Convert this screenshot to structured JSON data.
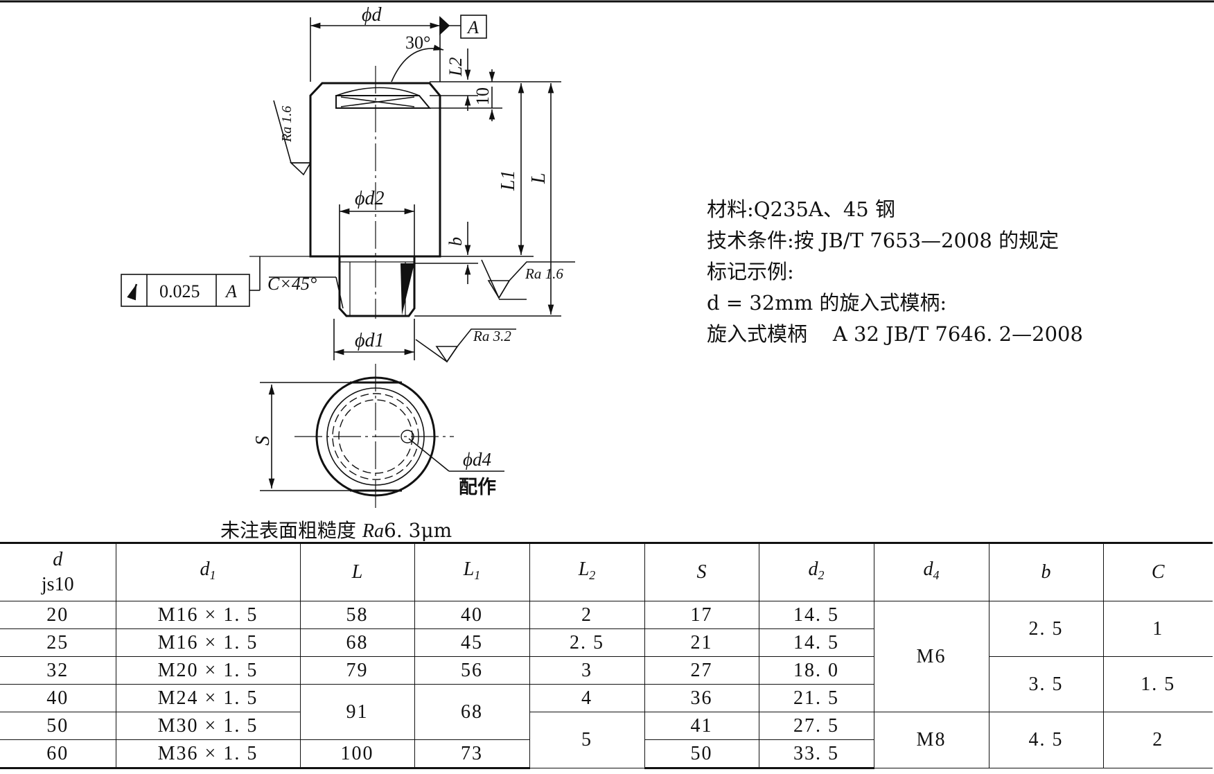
{
  "drawing": {
    "labels": {
      "phi_d": "ϕd",
      "datum_a": "A",
      "angle_30": "30°",
      "l2": "L2",
      "ten": "10",
      "l1": "L1",
      "l": "L",
      "ra_side": "Ra 1.6",
      "phi_d2": "ϕd2",
      "b": "b",
      "ra_right": "Ra 1.6",
      "runout_value": "0.025",
      "runout_datum": "A",
      "chamfer": "C×45°",
      "phi_d1": "ϕd1",
      "ra_thread": "Ra 3.2",
      "s": "S",
      "phi_d4": "ϕd4",
      "pei_zuo": "配作"
    },
    "caption_text": "未注表面粗糙度 ",
    "caption_ra": "Ra",
    "caption_value": "6. 3μm"
  },
  "notes": [
    "材料:Q235A、45 钢",
    "技术条件:按 JB/T 7653—2008 的规定",
    "标记示例:",
    "d = 32mm 的旋入式模柄:",
    "旋入式模柄    A 32 JB/T 7646. 2—2008"
  ],
  "table": {
    "headers": {
      "d": "d",
      "d_tol": "js10",
      "d1": "d",
      "d1_sub": "1",
      "L": "L",
      "L1": "L",
      "L1_sub": "1",
      "L2": "L",
      "L2_sub": "2",
      "S": "S",
      "d2": "d",
      "d2_sub": "2",
      "d4": "d",
      "d4_sub": "4",
      "b": "b",
      "C": "C"
    },
    "rows": [
      {
        "d": "20",
        "d1": "M16 × 1. 5",
        "L": "58",
        "L1": "40",
        "L2": "2",
        "S": "17",
        "d2": "14. 5"
      },
      {
        "d": "25",
        "d1": "M16 × 1. 5",
        "L": "68",
        "L1": "45",
        "L2": "2. 5",
        "S": "21",
        "d2": "14. 5"
      },
      {
        "d": "32",
        "d1": "M20 × 1. 5",
        "L": "79",
        "L1": "56",
        "L2": "3",
        "S": "27",
        "d2": "18. 0"
      },
      {
        "d": "40",
        "d1": "M24 × 1. 5",
        "L": "91",
        "L1": "68",
        "L2": "4",
        "S": "36",
        "d2": "21. 5"
      },
      {
        "d": "50",
        "d1": "M30 × 1. 5",
        "L2": "5",
        "S": "41",
        "d2": "27. 5"
      },
      {
        "d": "60",
        "d1": "M36 × 1. 5",
        "L": "100",
        "L1": "73",
        "S": "50",
        "d2": "33. 5"
      }
    ],
    "d4_groups": [
      "M6",
      "M8"
    ],
    "b_groups": [
      "2. 5",
      "3. 5",
      "4. 5"
    ],
    "c_groups": [
      "1",
      "1. 5",
      "2"
    ]
  }
}
